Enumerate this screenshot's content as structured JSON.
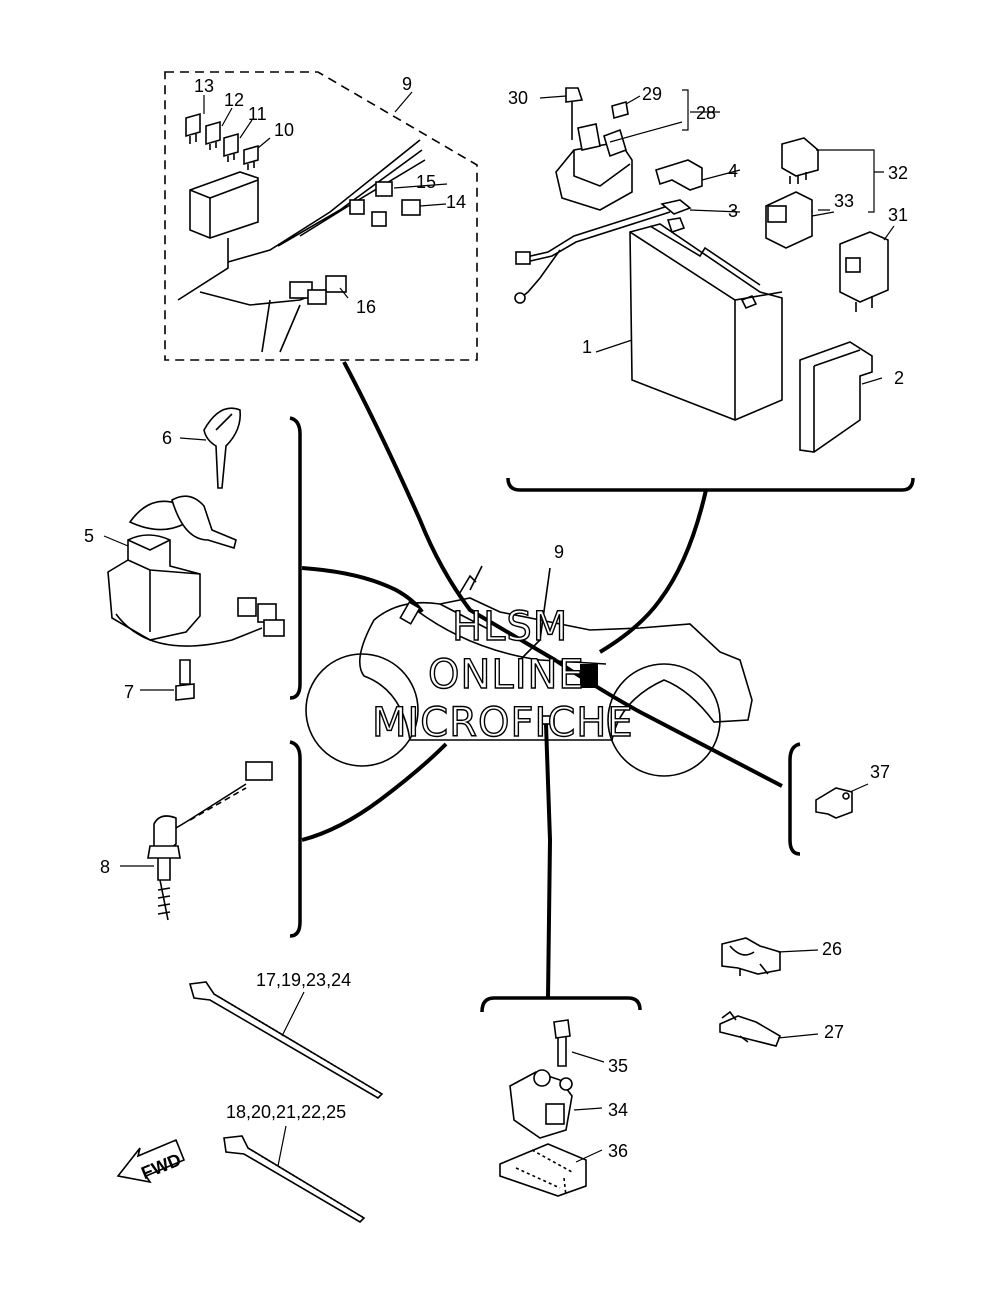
{
  "diagram": {
    "watermark": [
      "HLSM",
      "ONLINE",
      "MICROFICHE"
    ],
    "fwd_label": "FWD",
    "callouts": {
      "c1": "1",
      "c2": "2",
      "c3": "3",
      "c4": "4",
      "c5": "5",
      "c6": "6",
      "c7": "7",
      "c8": "8",
      "c9_top": "9",
      "c9_mid": "9",
      "c10": "10",
      "c11": "11",
      "c12": "12",
      "c13": "13",
      "c14": "14",
      "c15": "15",
      "c16": "16",
      "c17_19_23_24": "17,19,23,24",
      "c18_20_21_22_25": "18,20,21,22,25",
      "c26": "26",
      "c27": "27",
      "c28": "28",
      "c29": "29",
      "c30": "30",
      "c31": "31",
      "c32": "32",
      "c33": "33",
      "c34": "34",
      "c35": "35",
      "c36": "36",
      "c37": "37"
    }
  }
}
